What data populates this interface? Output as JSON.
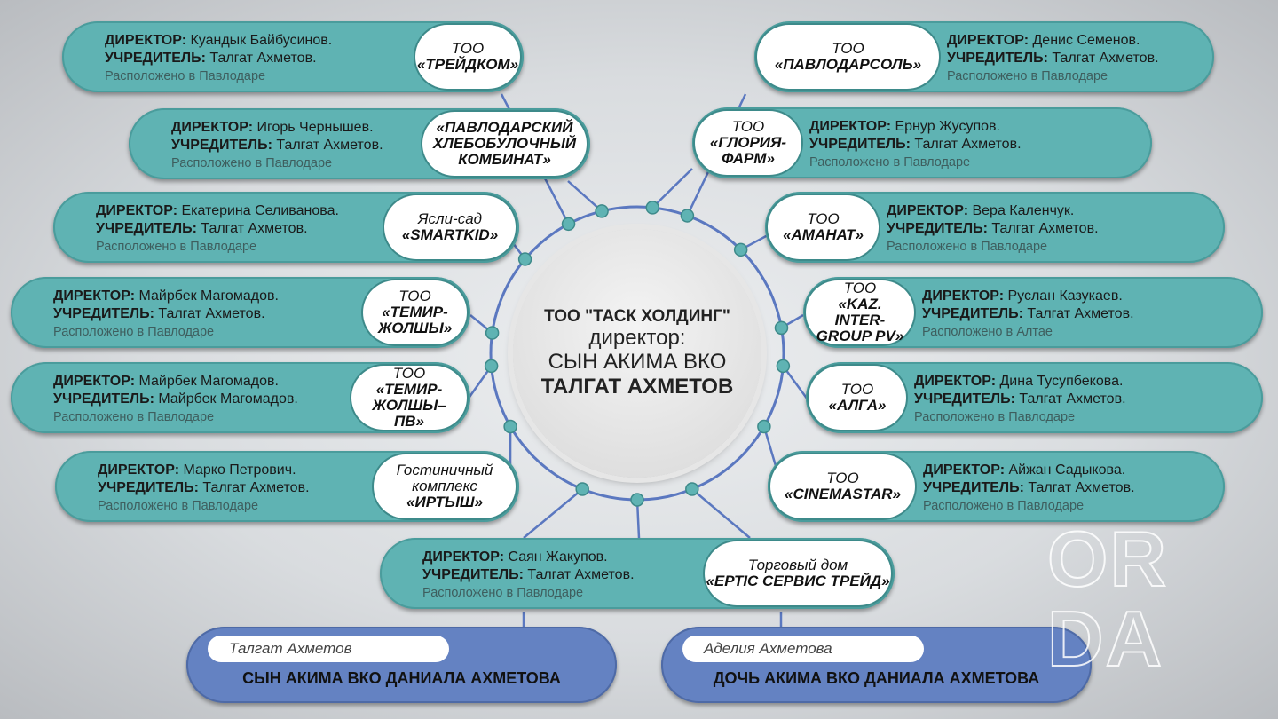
{
  "labels": {
    "director": "ДИРЕКТОР:",
    "founder": "УЧРЕДИТЕЛЬ:"
  },
  "center": {
    "line1": "ТОО \"ТАСК ХОЛДИНГ\"",
    "line2": "директор:",
    "line3": "СЫН АКИМА ВКО",
    "line4": "ТАЛГАТ АХМЕТОВ"
  },
  "companies": [
    {
      "prefix": "ТОО",
      "name": "«ТРЕЙДКОМ»",
      "director": "Куандык Байбусинов.",
      "founder": "Талгат Ахметов.",
      "location": "Расположено в Павлодаре"
    },
    {
      "prefix": "",
      "name": "«ПАВЛОДАРСКИЙ ХЛЕБОБУЛОЧНЫЙ КОМБИНАТ»",
      "director": "Игорь Чернышев.",
      "founder": "Талгат Ахметов.",
      "location": "Расположено в Павлодаре"
    },
    {
      "prefix": "Ясли-сад",
      "name": "«SMARTKID»",
      "director": "Екатерина Селиванова.",
      "founder": "Талгат Ахметов.",
      "location": "Расположено в Павлодаре"
    },
    {
      "prefix": "ТОО",
      "name": "«ТЕМИР-ЖОЛШЫ»",
      "director": "Майрбек Магомадов.",
      "founder": "Талгат Ахметов.",
      "location": "Расположено в Павлодаре"
    },
    {
      "prefix": "ТОО",
      "name": "«ТЕМИР-ЖОЛШЫ–ПВ»",
      "director": "Майрбек Магомадов.",
      "founder": "Майрбек Магомадов.",
      "location": "Расположено в Павлодаре"
    },
    {
      "prefix": "Гостиничный комплекс",
      "name": "«ИРТЫШ»",
      "director": "Марко Петрович.",
      "founder": "Талгат Ахметов.",
      "location": "Расположено в Павлодаре"
    },
    {
      "prefix": "ТОО",
      "name": "«ПАВЛОДАРСОЛЬ»",
      "director": "Денис Семенов.",
      "founder": "Талгат Ахметов.",
      "location": "Расположено в Павлодаре"
    },
    {
      "prefix": "ТОО",
      "name": "«ГЛОРИЯ-ФАРМ»",
      "director": "Ернур Жусупов.",
      "founder": "Талгат Ахметов.",
      "location": "Расположено в Павлодаре"
    },
    {
      "prefix": "ТОО",
      "name": "«АМАНАТ»",
      "director": "Вера Каленчук.",
      "founder": "Талгат Ахметов.",
      "location": "Расположено  в Павлодаре"
    },
    {
      "prefix": "ТОО",
      "name": "«KAZ. INTER-GROUP PV»",
      "director": "Руслан Казукаев.",
      "founder": "Талгат Ахметов.",
      "location": "Расположено в Алтае"
    },
    {
      "prefix": "ТОО",
      "name": "«АЛГА»",
      "director": "Дина Тусупбекова.",
      "founder": "Талгат Ахметов.",
      "location": "Расположено в Павлодаре"
    },
    {
      "prefix": "ТОО",
      "name": "«CINEMASTAR»",
      "director": "Айжан Садыкова.",
      "founder": "Талгат Ахметов.",
      "location": "Расположено в Павлодаре"
    },
    {
      "prefix": "Торговый дом",
      "name": "«ЕРТІС СЕРВИС ТРЕЙД»",
      "director": "Саян Жакупов.",
      "founder": "Талгат Ахметов.",
      "location": "Расположено в Павлодаре"
    }
  ],
  "family": [
    {
      "name": "Талгат Ахметов",
      "relation": "СЫН АКИМА ВКО ДАНИАЛА АХМЕТОВА"
    },
    {
      "name": "Аделия Ахметова",
      "relation": "ДОЧЬ АКИМА ВКО ДАНИАЛА АХМЕТОВА"
    }
  ],
  "watermark": "ORDA",
  "colors": {
    "card": "#5fb3b3",
    "family": "#6482c2",
    "wire": "#5b78c0",
    "node": "#5fb3b3"
  }
}
